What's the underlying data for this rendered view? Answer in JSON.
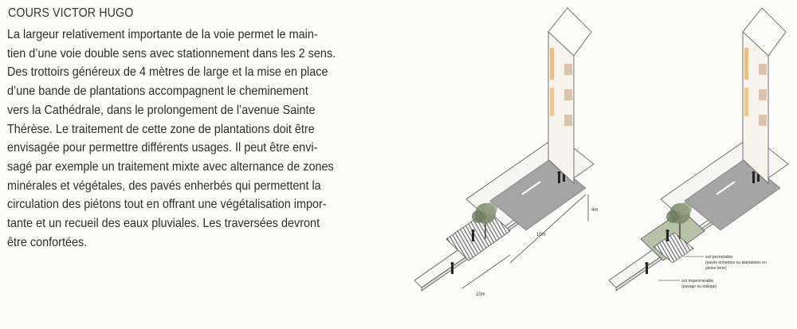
{
  "heading": "COURS VICTOR HUGO",
  "paragraph_lines": [
    "La largeur relativement importante de la voie permet le main-",
    "tien d’une voie double sens avec stationnement dans les 2 sens.",
    "Des trottoirs généreux de 4 mètres de large et la mise en place",
    "d’une bande de plantations accompagnent le cheminement",
    "vers la Cathédrale, dans le prolongement de l’avenue Sainte",
    "Thérèse. Le traitement de cette zone de plantations doit être",
    "envisagée pour permettre différents usages. Il peut être envi-",
    "sagé par exemple un traitement mixte avec alternance de zones",
    "minérales et végétales, des pavés enherbés qui permettent la",
    "circulation des piétons tout en offrant une végétalisation impor-",
    "tante et un recueil des eaux pluviales. Les traversées devront",
    "être confortées."
  ],
  "diagram_left": {
    "dim_width": "10m",
    "dim_length": "10m",
    "dim_small": "4m"
  },
  "diagram_right": {
    "legend_permeable_title": "sol perméable",
    "legend_permeable_desc1": "(pavés enherbés ou plantations en",
    "legend_permeable_desc2": "pleine terre)",
    "legend_impermeable_title": "sol imperméable",
    "legend_impermeable_desc": "(pavage ou dallage)"
  },
  "colors": {
    "paper": "#fbfbfa",
    "text": "#2c2c2c",
    "facade_accent": "#e9b26a",
    "roadway": "#9e9e9e",
    "planting": "#b8c2a8"
  }
}
